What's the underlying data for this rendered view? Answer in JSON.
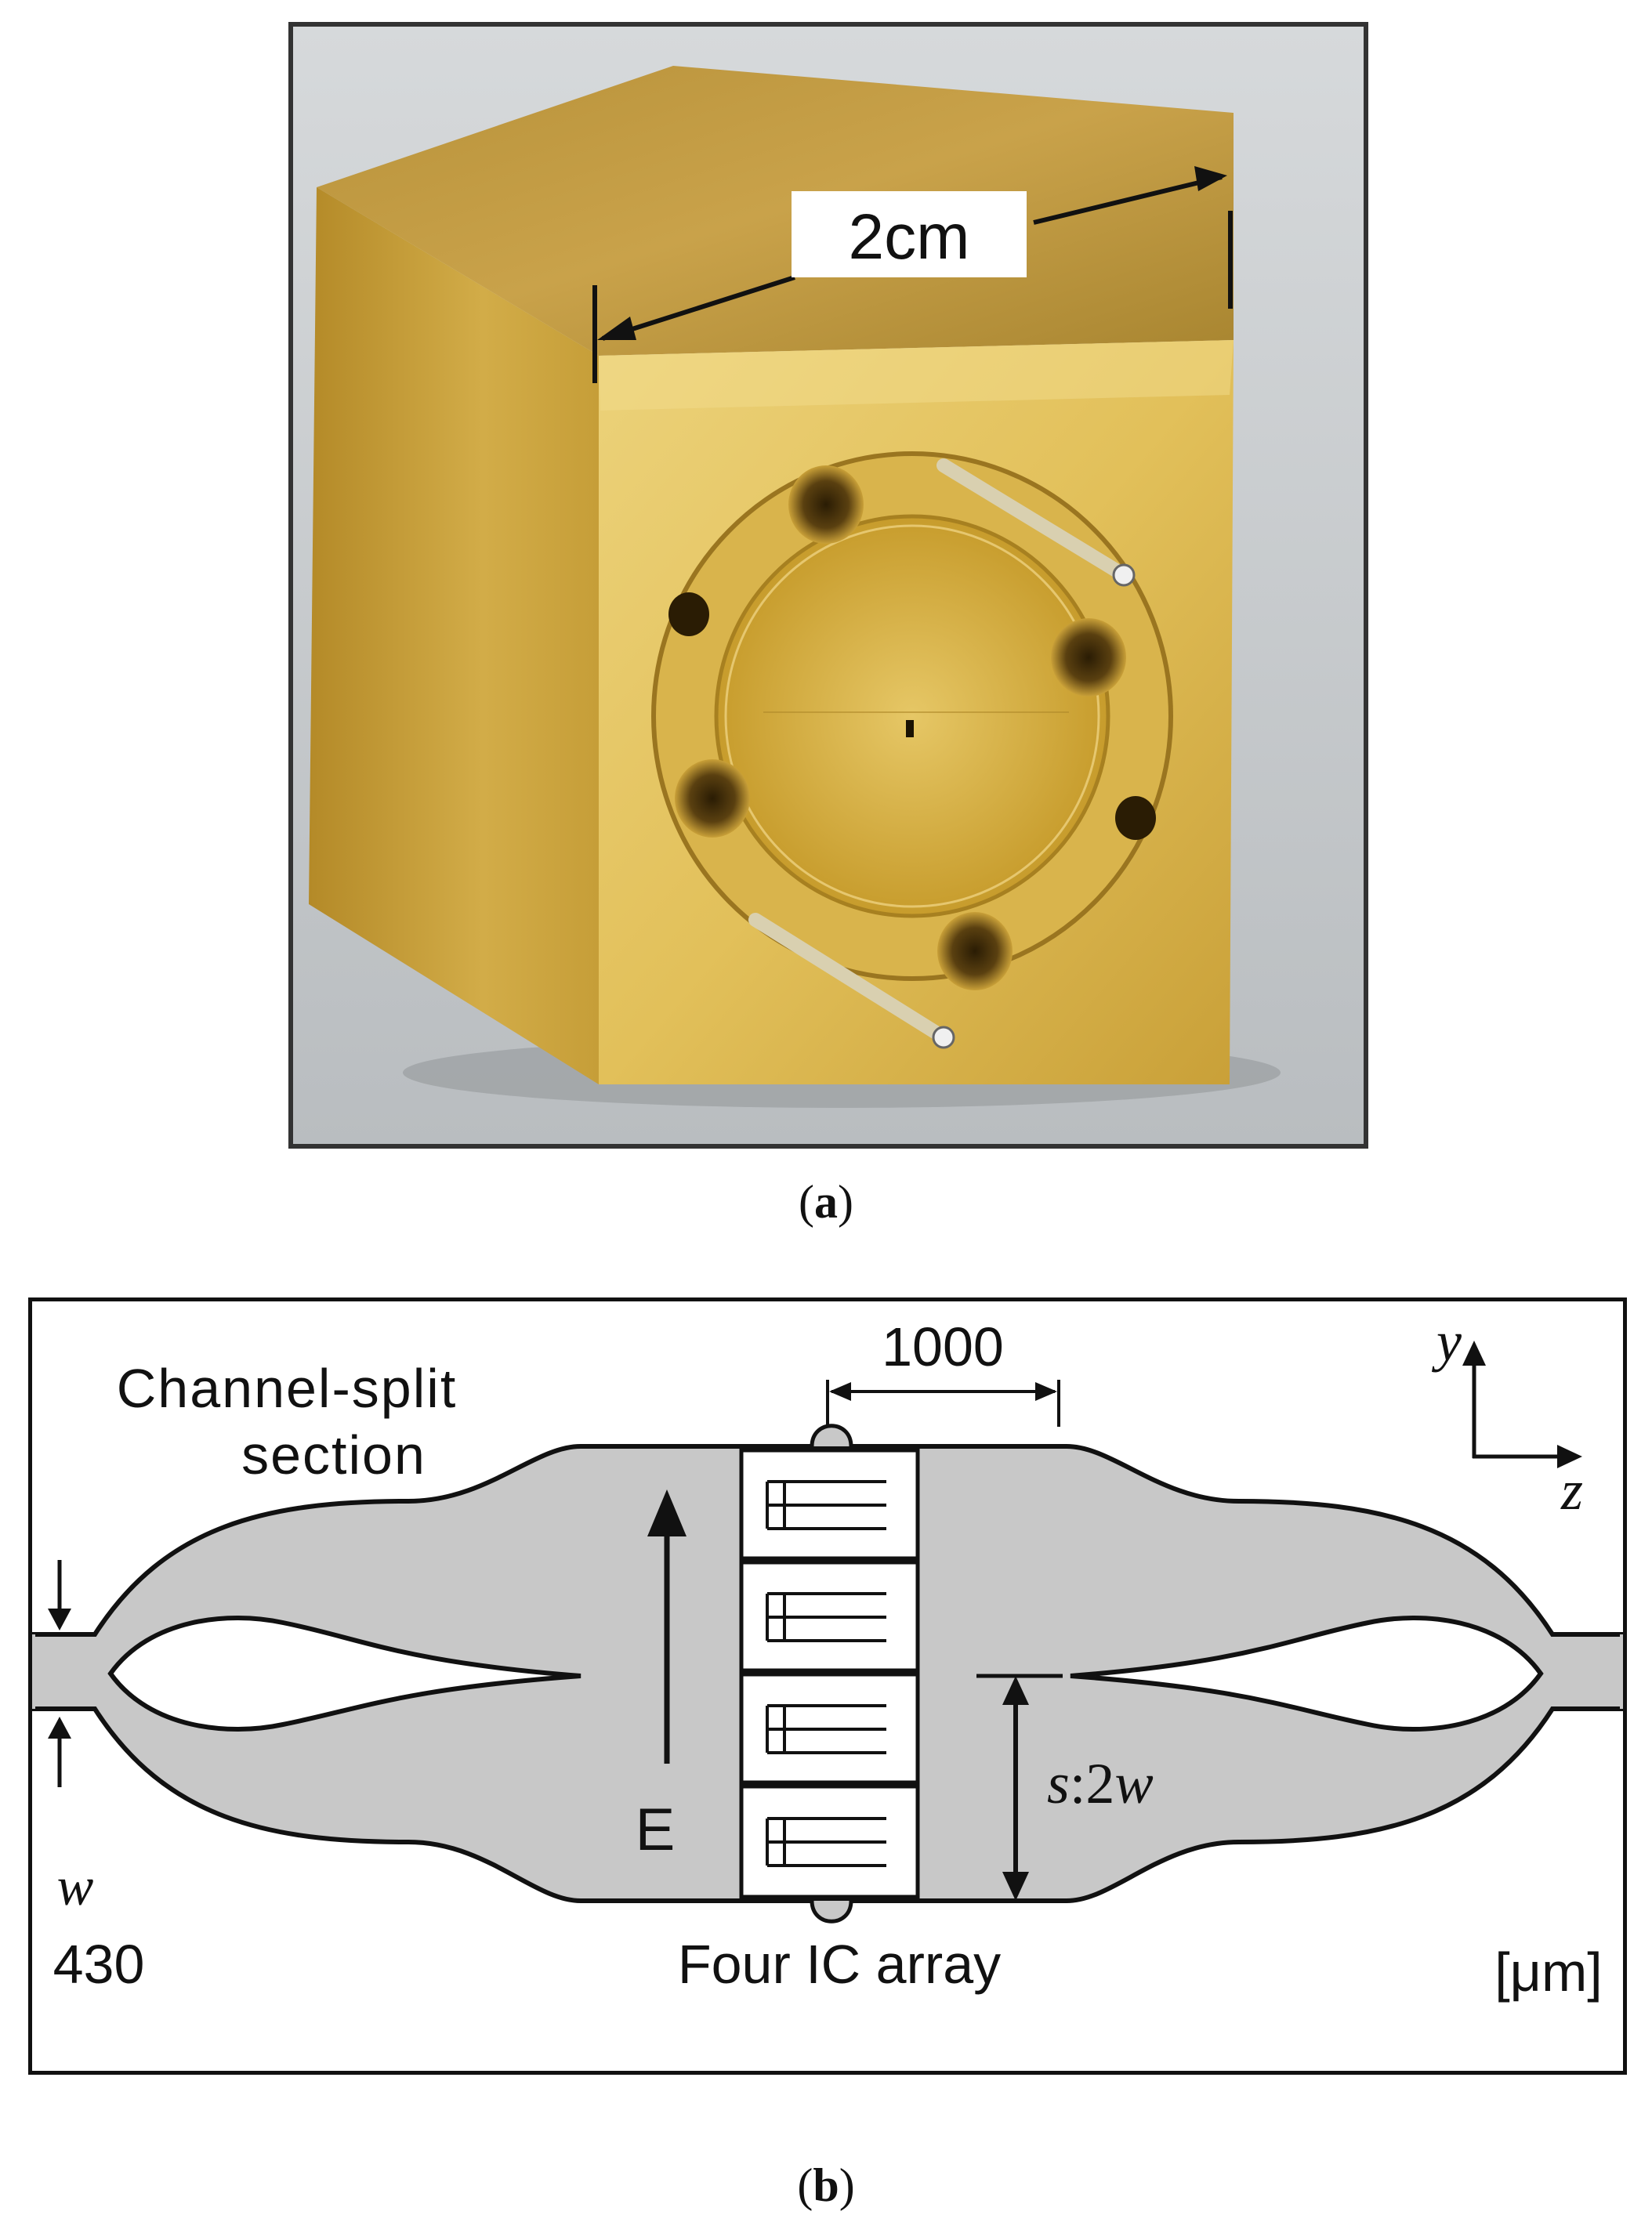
{
  "photo": {
    "dimension_label": "2cm",
    "caption_letter": "a"
  },
  "diagram": {
    "labels": {
      "channel_split_line1": "Channel-split",
      "channel_split_line2": "section",
      "spacing_value": "1000",
      "axis_y": "y",
      "axis_z": "z",
      "field": "E",
      "separation_var": "s",
      "separation_rest": ":2",
      "separation_w": "w",
      "width_var": "w",
      "width_value": "430",
      "array_label": "Four IC array",
      "units": "[μm]"
    },
    "caption_letter": "b"
  },
  "colors": {
    "brass_light": "#e2c05a",
    "brass_mid": "#c89d2e",
    "brass_dark": "#8a6a18",
    "photo_background": "#ccd0d3",
    "waveguide_fill": "#c8c8c8",
    "outline": "#111111"
  }
}
